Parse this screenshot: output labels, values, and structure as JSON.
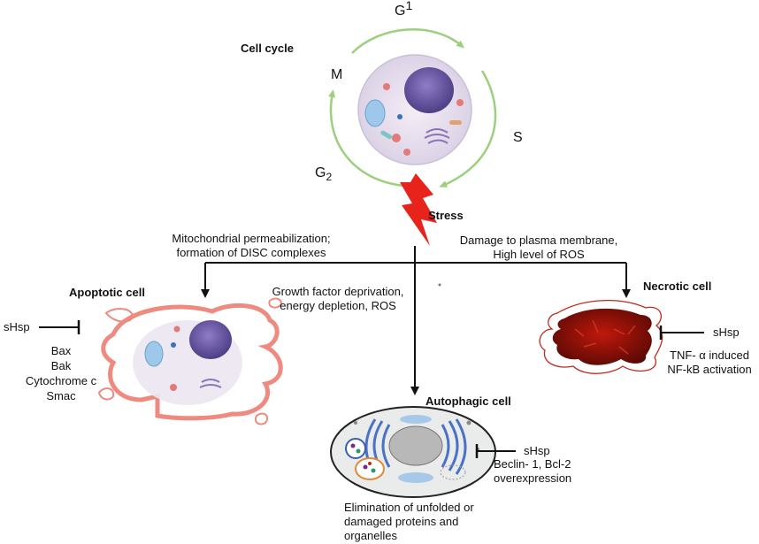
{
  "cell_cycle": {
    "title": "Cell cycle",
    "phase_g1": {
      "letter": "G",
      "sub": "1"
    },
    "phase_s": "S",
    "phase_g2": {
      "letter": "G",
      "sub": "2"
    },
    "phase_m": "M"
  },
  "stress": {
    "label": "Stress"
  },
  "branches": {
    "apoptosis_cause": [
      "Mitochondrial permeabilization;",
      "formation of DISC complexes"
    ],
    "autophagy_cause": [
      "Growth factor deprivation,",
      "energy depletion, ROS"
    ],
    "necrosis_cause": [
      "Damage to plasma membrane,",
      "High level of ROS"
    ]
  },
  "apoptotic": {
    "title": "Apoptotic cell",
    "inhibitor": "sHsp",
    "targets": [
      "Bax",
      "Bak",
      "Cytochrome c",
      "Smac"
    ]
  },
  "autophagic": {
    "title": "Autophagic cell",
    "inhibitor": "sHsp",
    "targets": [
      "Beclin- 1, Bcl-2",
      "overexpression"
    ],
    "outcome": [
      "Elimination of unfolded or",
      "damaged proteins and",
      "organelles"
    ]
  },
  "necrotic": {
    "title": "Necrotic cell",
    "inhibitor": "sHsp",
    "targets": [
      "TNF- α induced",
      "NF-kB activation"
    ]
  },
  "colors": {
    "cycle_arrow": "#9ccf7e",
    "stress_bolt": "#e8231c",
    "apoptotic_membrane": "#ee8a80",
    "necrotic_fill": "#8a1208",
    "necrotic_outline": "#c0281c",
    "nucleus": "#6b5aa8",
    "autophagic_membrane": "#4a72c4"
  }
}
